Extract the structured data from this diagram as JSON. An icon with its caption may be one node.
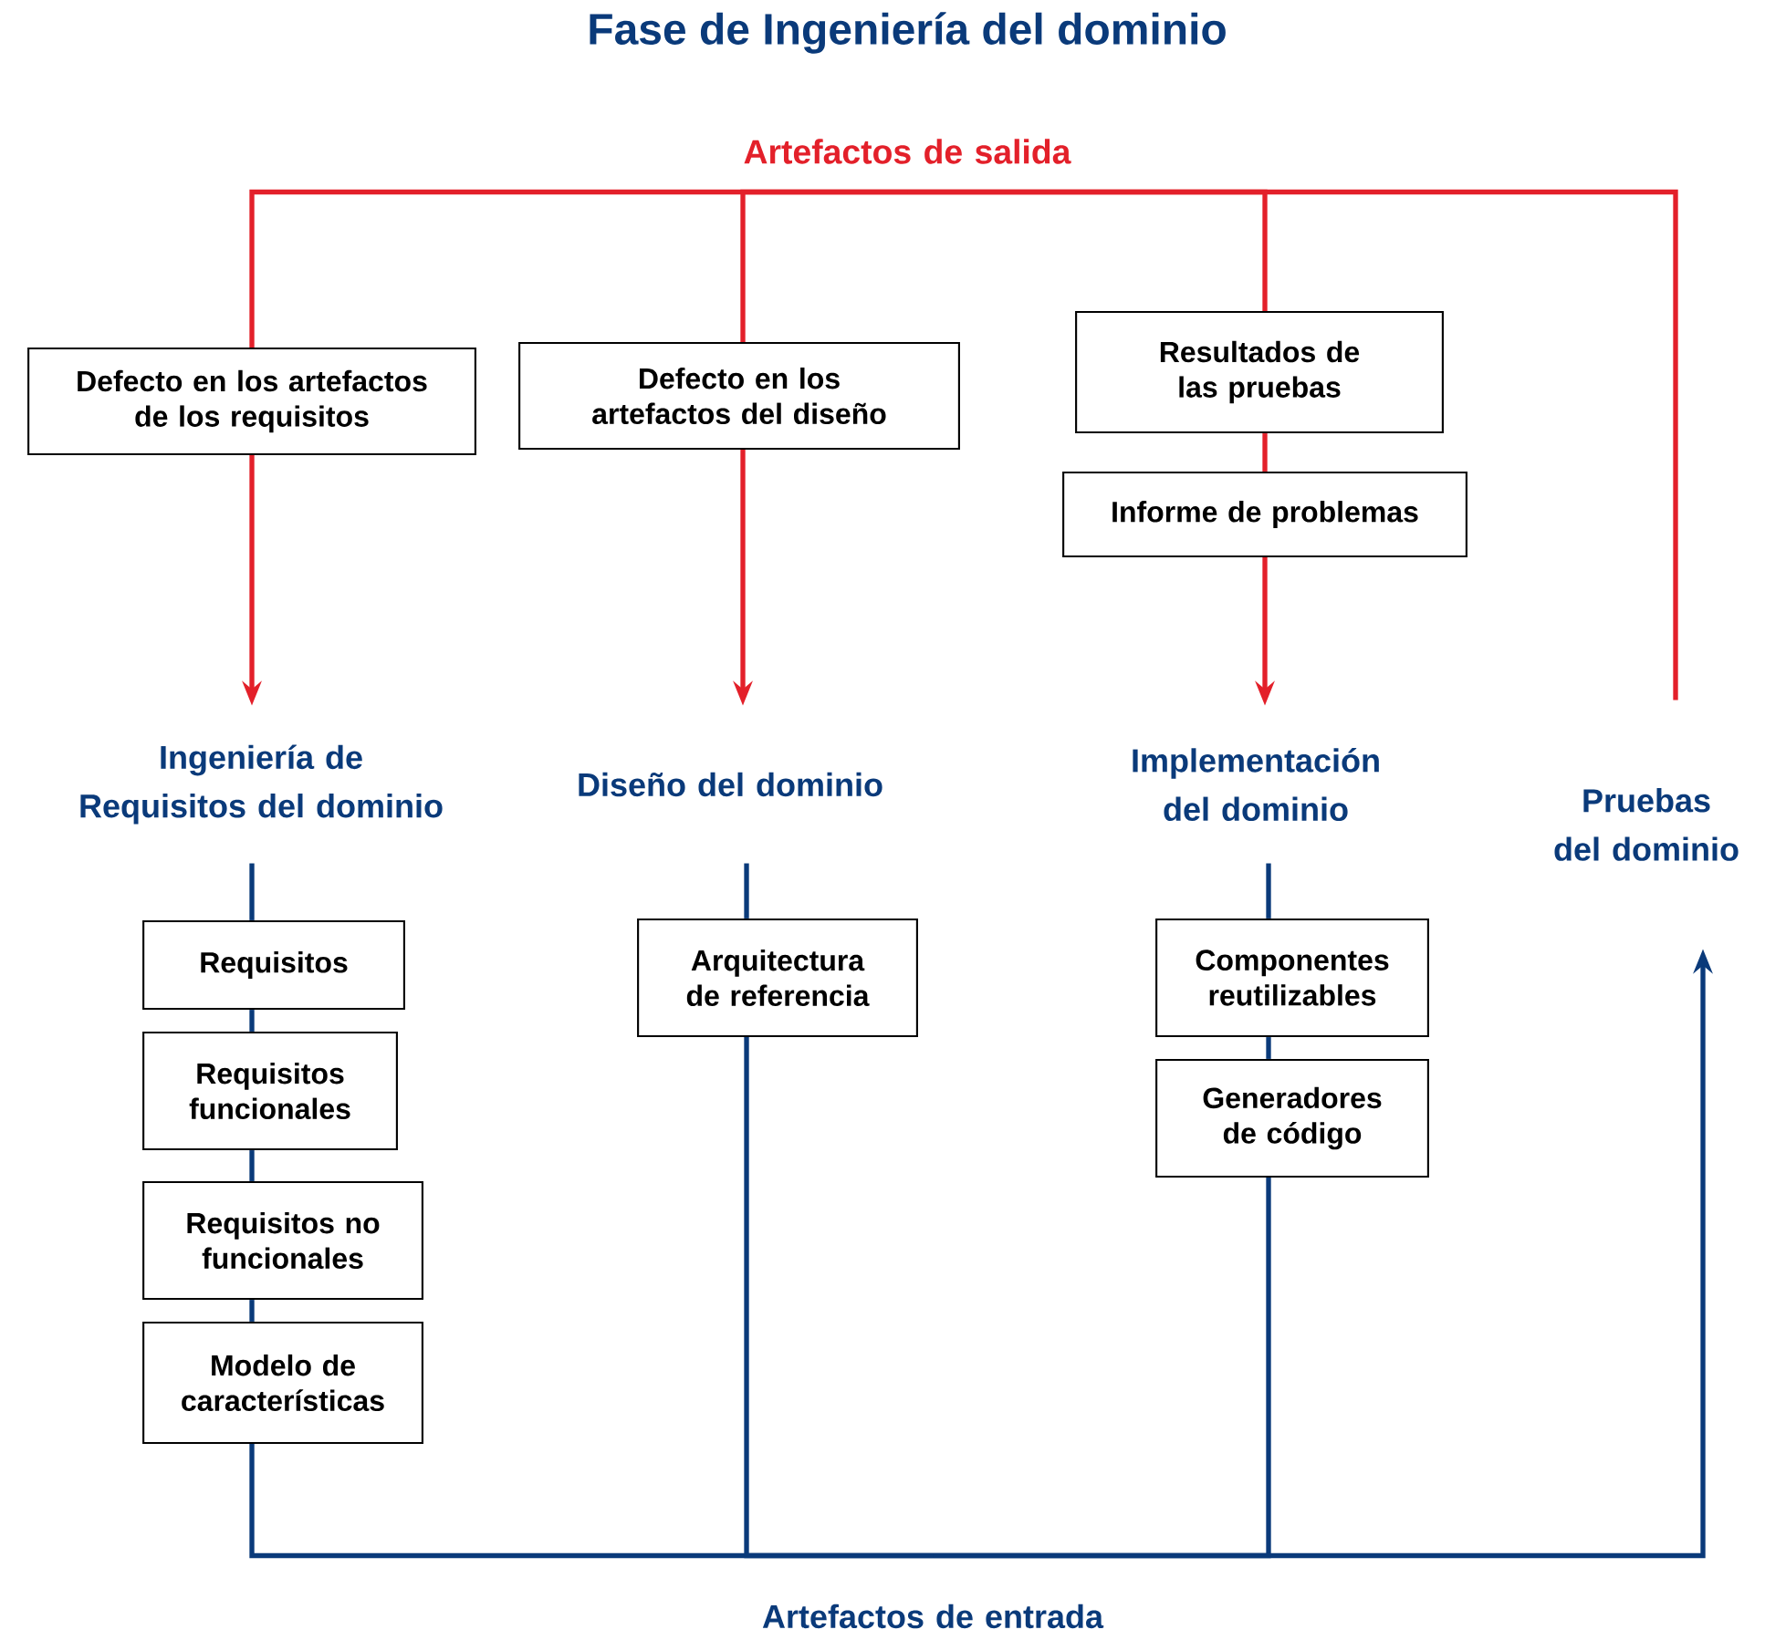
{
  "diagram": {
    "title": "Fase de Ingeniería del dominio",
    "nodes": [
      {
        "text": [
          "Artefactos de salida"
        ]
      },
      {
        "text": [
          "Ingeniería de Requisitos del dominio"
        ]
      },
      {
        "text": [
          "Diseño del dominio"
        ]
      },
      {
        "text": [
          "Implementación del dominio"
        ]
      },
      {
        "text": [
          "Pruebas del dominio"
        ]
      },
      {
        "text": [
          "Defecto en los artefactos de los requisitos"
        ]
      },
      {
        "text": [
          "Defecto en los artefactos del diseño"
        ]
      },
      {
        "text": [
          "Resultados de las pruebas"
        ]
      },
      {
        "text": [
          "Informe de problemas"
        ]
      },
      {
        "text": [
          "Requisitos"
        ]
      },
      {
        "text": [
          "Requisitos funcionales"
        ]
      },
      {
        "text": [
          "Requisitos no funcionales"
        ]
      },
      {
        "text": [
          "Modelo de características"
        ]
      },
      {
        "text": [
          "Arquitectura de referencia"
        ]
      },
      {
        "text": [
          "Componentes reutilizables"
        ]
      },
      {
        "text": [
          "Generadores de código"
        ]
      },
      {
        "text": [
          "Artefactos de entrada"
        ]
      }
    ],
    "edges": [
      {
        "from": 0,
        "to": 5,
        "arrow": "none",
        "color": "#e3202a"
      },
      {
        "from": 5,
        "to": 1,
        "arrow": "to",
        "color": "#e3202a"
      },
      {
        "from": 0,
        "to": 6,
        "arrow": "none",
        "color": "#e3202a"
      },
      {
        "from": 6,
        "to": 2,
        "arrow": "to",
        "color": "#e3202a"
      },
      {
        "from": 0,
        "to": 7,
        "arrow": "none",
        "color": "#e3202a"
      },
      {
        "from": 7,
        "to": 8,
        "arrow": "none",
        "color": "#e3202a"
      },
      {
        "from": 8,
        "to": 3,
        "arrow": "to",
        "color": "#e3202a"
      },
      {
        "from": 0,
        "to": 4,
        "arrow": "none",
        "color": "#e3202a"
      },
      {
        "from": 1,
        "to": 9,
        "arrow": "none"
      },
      {
        "from": 9,
        "to": 10,
        "arrow": "none"
      },
      {
        "from": 10,
        "to": 11,
        "arrow": "none"
      },
      {
        "from": 11,
        "to": 12,
        "arrow": "none"
      },
      {
        "from": 12,
        "to": 16,
        "arrow": "none"
      },
      {
        "from": 2,
        "to": 13,
        "arrow": "none"
      },
      {
        "from": 13,
        "to": 16,
        "arrow": "none"
      },
      {
        "from": 3,
        "to": 14,
        "arrow": "none"
      },
      {
        "from": 14,
        "to": 15,
        "arrow": "none"
      },
      {
        "from": 15,
        "to": 16,
        "arrow": "none"
      },
      {
        "from": 16,
        "to": 4,
        "arrow": "to"
      }
    ]
  }
}
